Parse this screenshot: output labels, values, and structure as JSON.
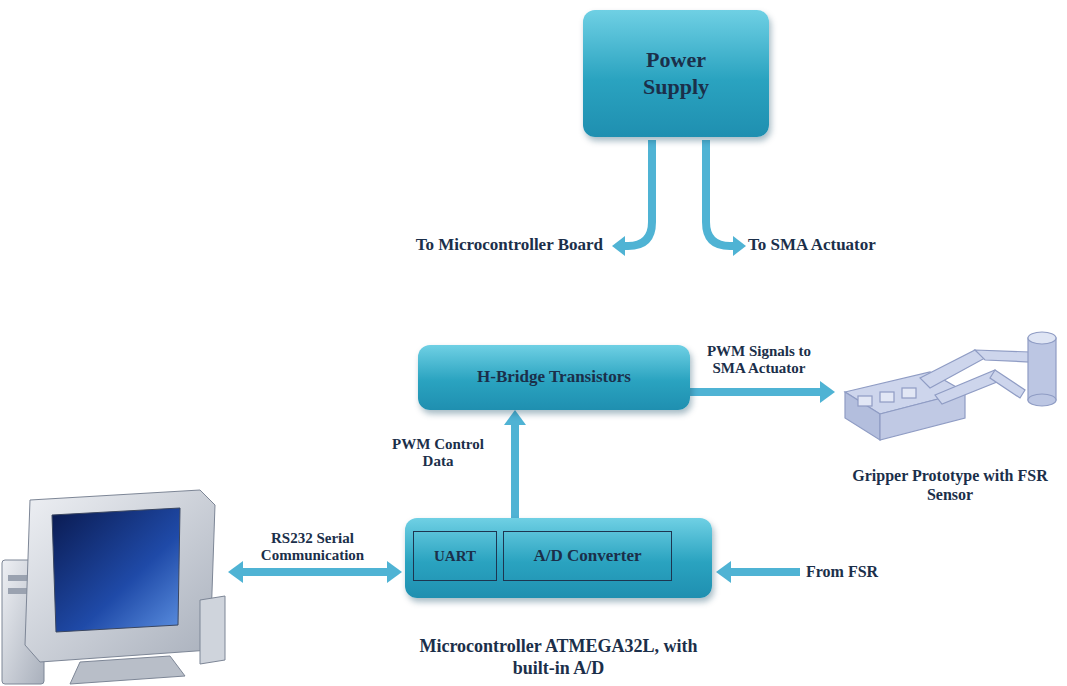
{
  "diagram": {
    "nodes": [
      {
        "text": [
          "Power Supply"
        ]
      },
      {
        "text": [
          "H-Bridge Transistors"
        ]
      },
      {
        "text": [
          "Microcontroller ATMEGA32L, with built-in A/D"
        ]
      },
      {
        "text": [
          "UART"
        ],
        "in": 2
      },
      {
        "text": [
          "A/D Converter"
        ],
        "in": 2
      },
      {
        "text": [
          "Gripper Prototype with FSR Sensor"
        ]
      }
    ],
    "edges": [
      {
        "from": 2,
        "to": 1,
        "arrow": "to",
        "label": "PWM Control Data"
      },
      {
        "from": 1,
        "to": 5,
        "arrow": "to",
        "label": "PWM Signals to SMA Actuator"
      }
    ],
    "labels": [
      "To Microcontroller Board",
      "To SMA Actuator",
      "RS232 Serial Communication",
      "From FSR"
    ]
  }
}
